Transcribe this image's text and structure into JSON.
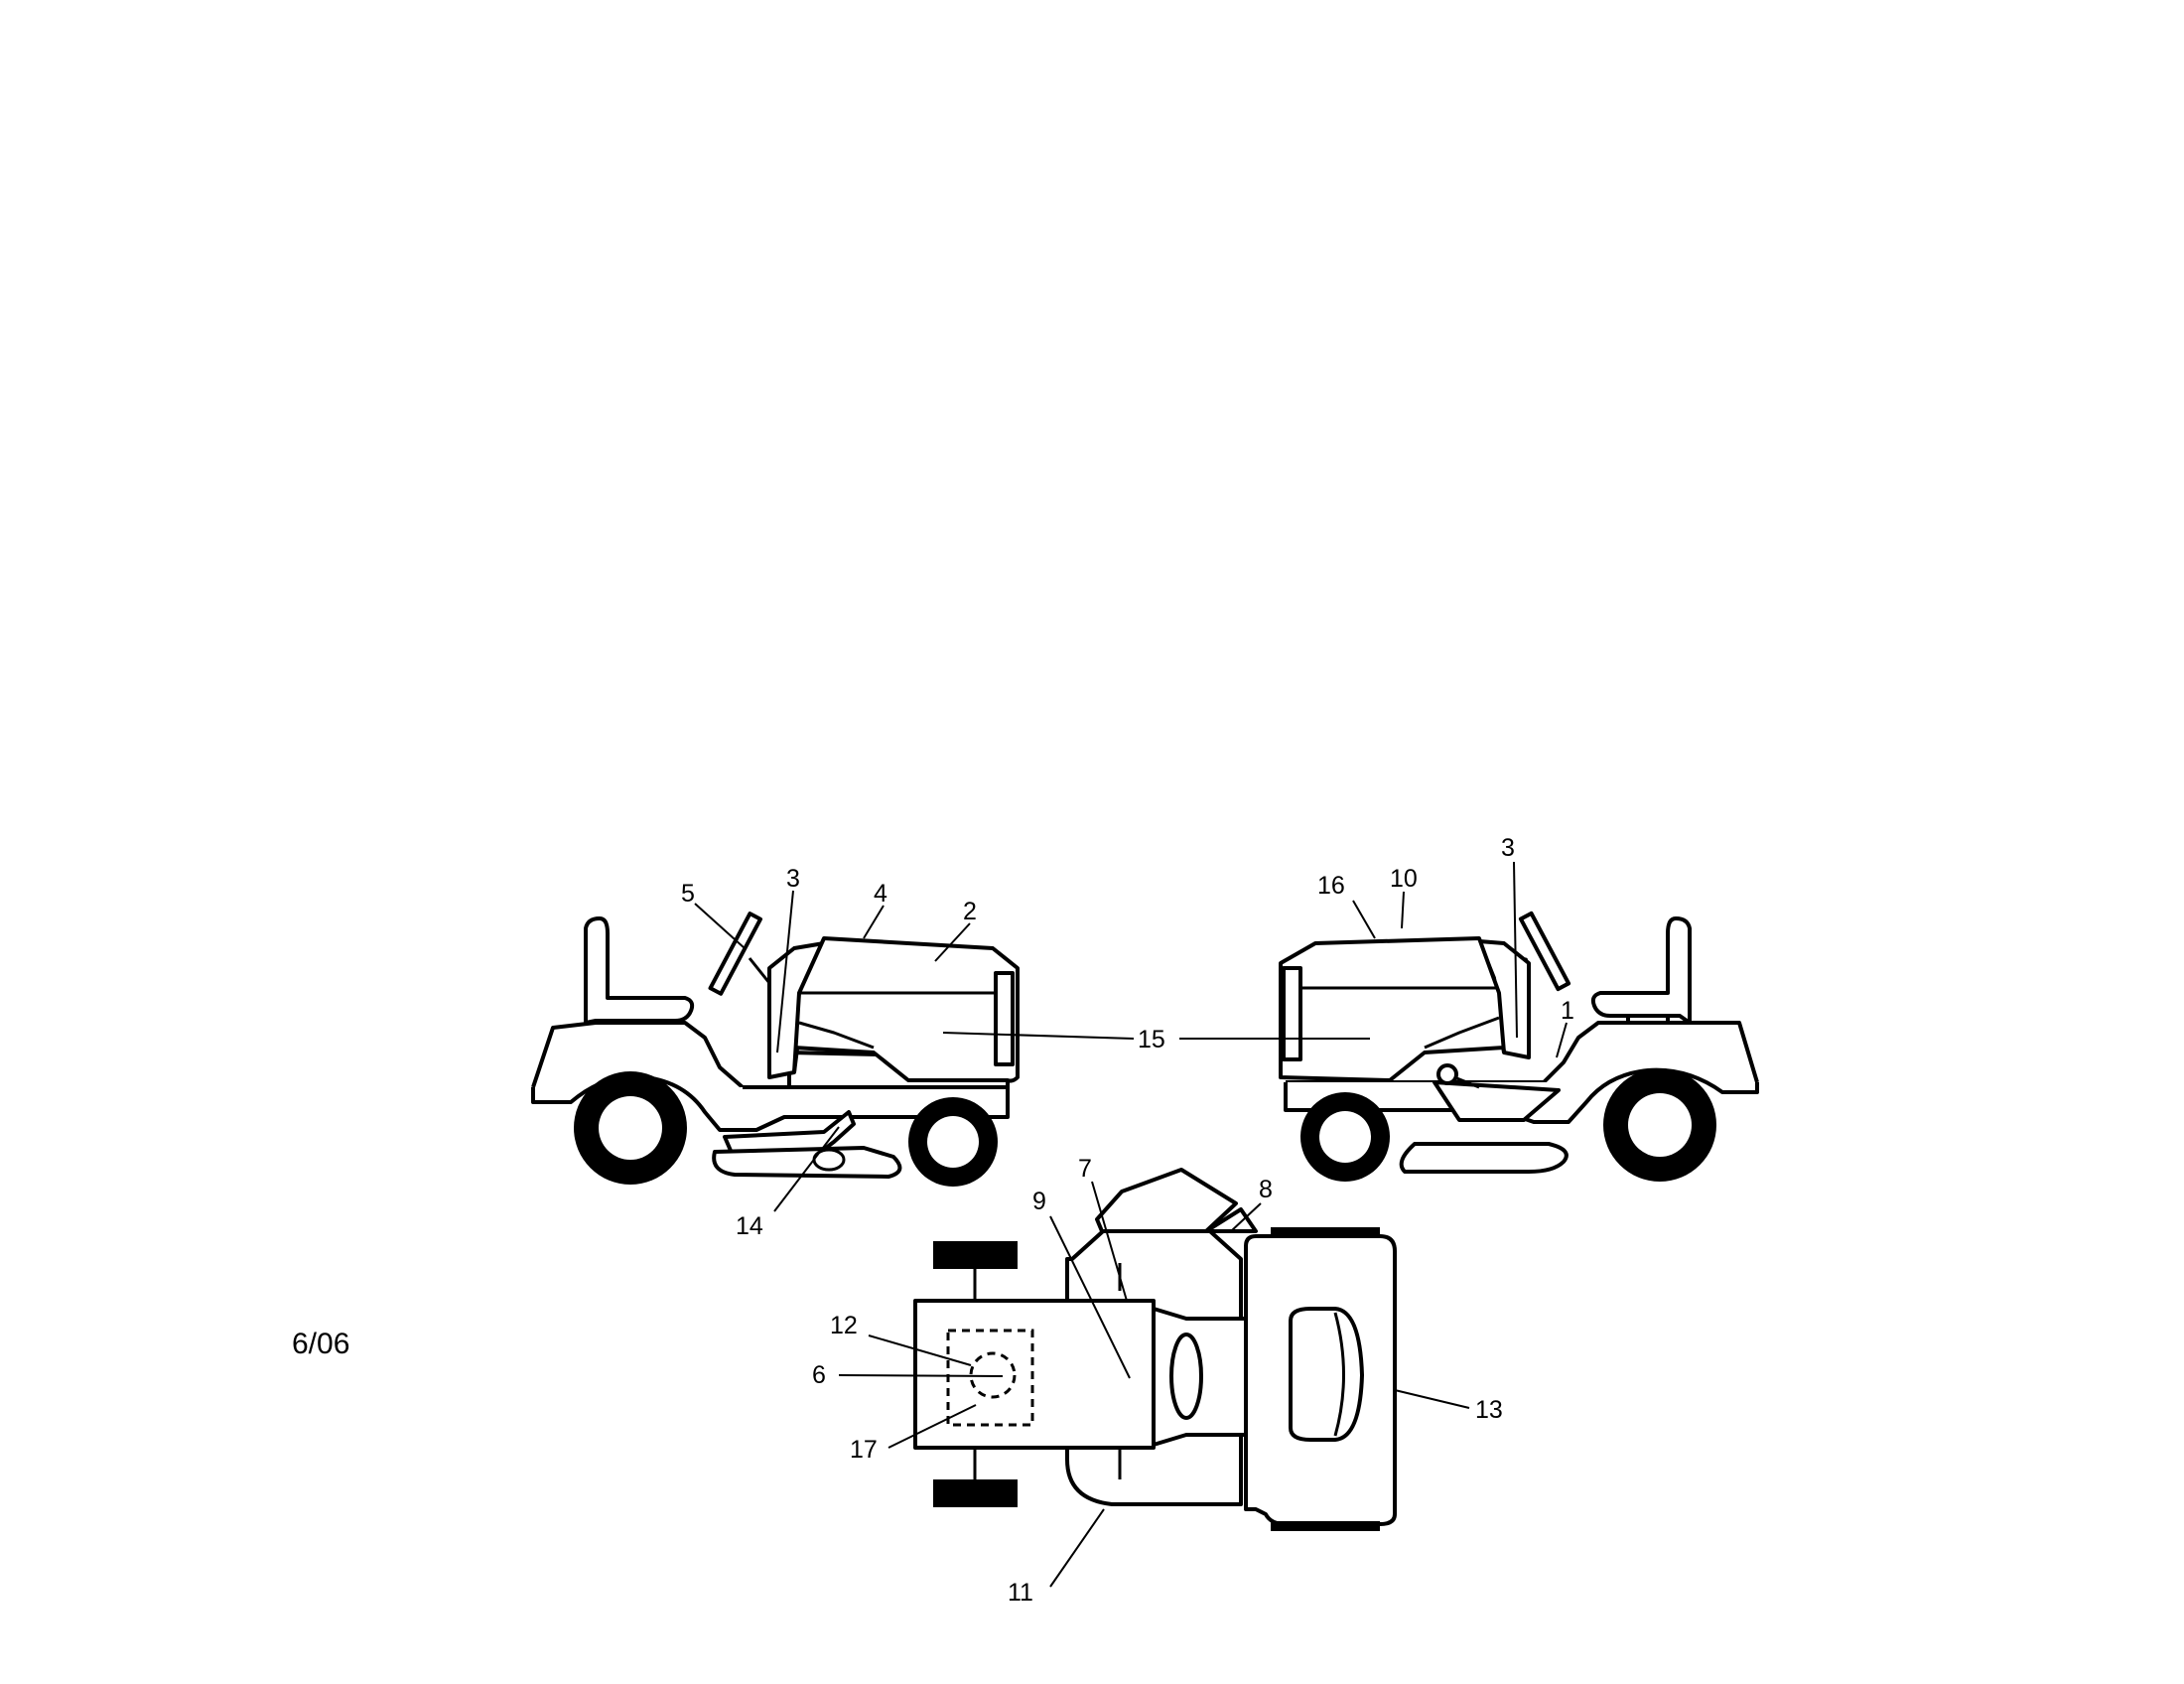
{
  "date_code": "6/06",
  "callouts": {
    "left_view": [
      "5",
      "3",
      "4",
      "2",
      "15",
      "14"
    ],
    "right_view": [
      "16",
      "10",
      "3",
      "1"
    ],
    "top_view": [
      "7",
      "9",
      "8",
      "12",
      "6",
      "17",
      "11",
      "13"
    ]
  }
}
